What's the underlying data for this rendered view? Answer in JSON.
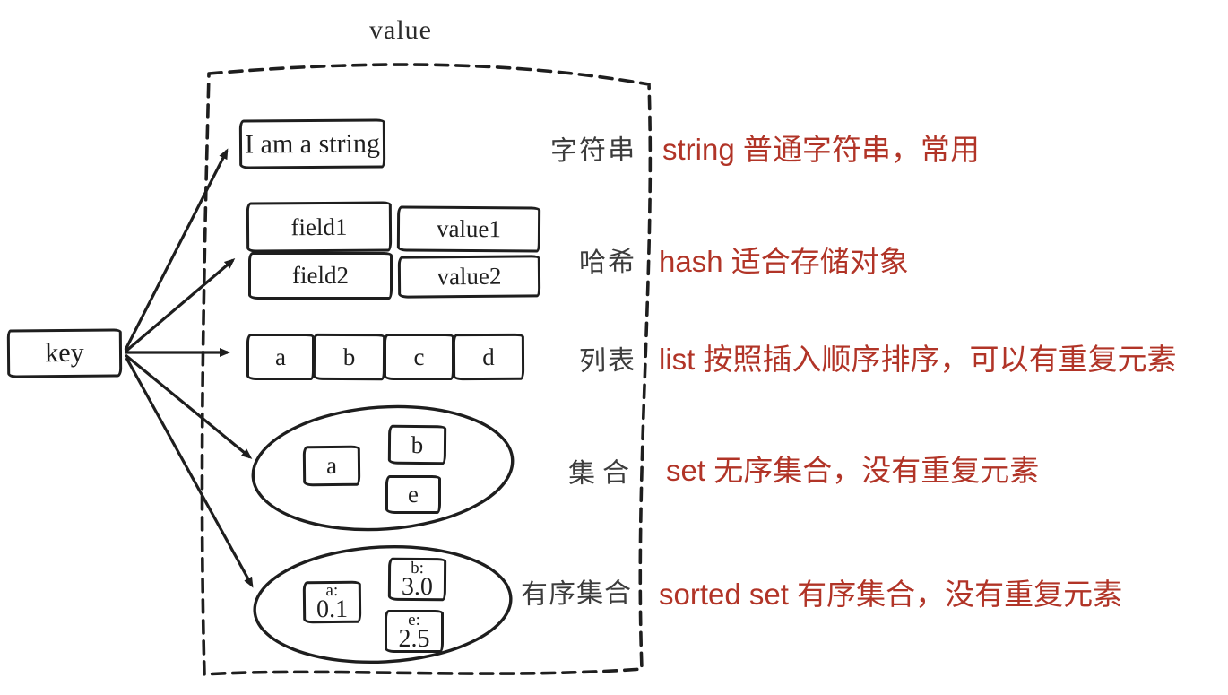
{
  "diagram": {
    "value_title": "value",
    "key_label": "key",
    "colors": {
      "ink": "#1e1e1e",
      "label_ink": "#3c3c3c",
      "annotation_red": "#b13427",
      "background": "#ffffff"
    },
    "rows": [
      {
        "type": "string",
        "label_cn": "字符串",
        "annotation": "string 普通字符串，常用",
        "value": "I am a string"
      },
      {
        "type": "hash",
        "label_cn": "哈希",
        "annotation": "hash 适合存储对象",
        "pairs": [
          {
            "field": "field1",
            "value": "value1"
          },
          {
            "field": "field2",
            "value": "value2"
          }
        ]
      },
      {
        "type": "list",
        "label_cn": "列表",
        "annotation": "list 按照插入顺序排序，可以有重复元素",
        "items": [
          "a",
          "b",
          "c",
          "d"
        ]
      },
      {
        "type": "set",
        "label_cn": "集合",
        "annotation": "set 无序集合，没有重复元素",
        "members": [
          "a",
          "b",
          "e"
        ]
      },
      {
        "type": "sorted_set",
        "label_cn": "有序集合",
        "annotation": "sorted set 有序集合，没有重复元素",
        "members": [
          {
            "member": "a:",
            "score": "0.1"
          },
          {
            "member": "b:",
            "score": "3.0"
          },
          {
            "member": "e:",
            "score": "2.5"
          }
        ]
      }
    ]
  }
}
